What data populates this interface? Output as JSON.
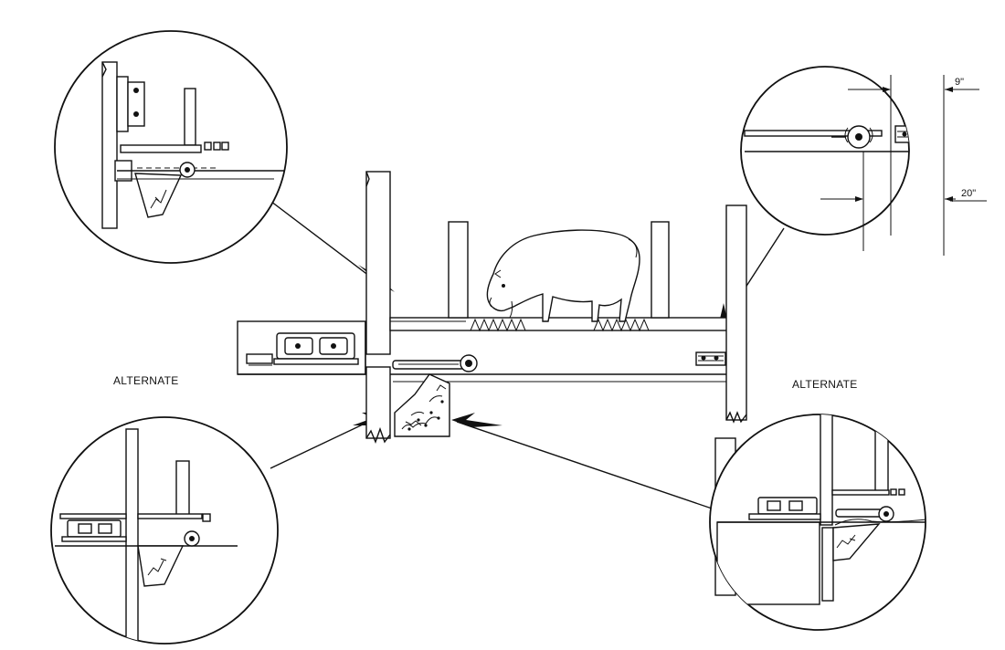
{
  "labels": {
    "alternate_left": "ALTERNATE",
    "alternate_right": "ALTERNATE",
    "dim_top": "9\"",
    "dim_bottom": "20\""
  }
}
